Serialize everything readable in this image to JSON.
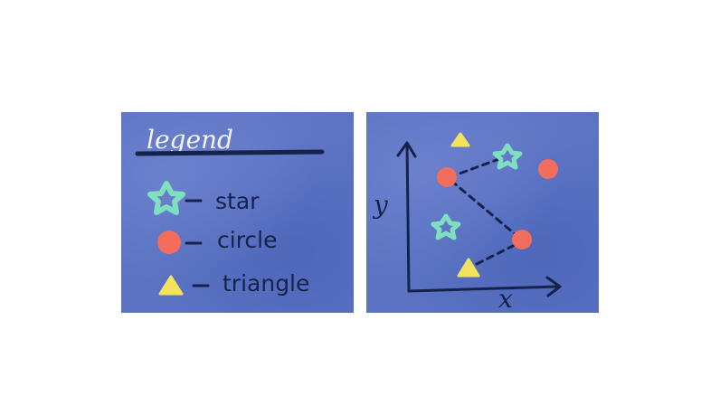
{
  "legend": {
    "title": "legend",
    "items": [
      {
        "label": "star",
        "shape": "star",
        "color": "#7fe0bf"
      },
      {
        "label": "circle",
        "shape": "circle",
        "color": "#f26d5b"
      },
      {
        "label": "triangle",
        "shape": "triangle",
        "color": "#f2e25c"
      }
    ]
  },
  "plot": {
    "x_label": "x",
    "y_label": "y"
  },
  "colors": {
    "panel": "#5b73c2",
    "ink": "#15234a",
    "star": "#7fe0bf",
    "circle": "#f26d5b",
    "triangle": "#f2e25c"
  }
}
